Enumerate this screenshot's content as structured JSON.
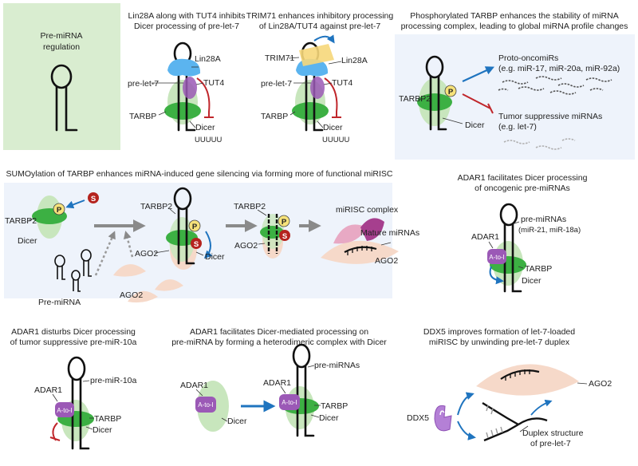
{
  "box_premirna": {
    "line1": "Pre-miRNA",
    "line2": "regulation"
  },
  "panel_lin28": {
    "title1": "Lin28A along with TUT4 inhibits",
    "title2": "Dicer processing of pre-let-7",
    "lin28a": "Lin28A",
    "prelet7": "pre-let-7",
    "tut4": "TUT4",
    "tarbp": "TARBP",
    "dicer": "Dicer",
    "uuuuu": "UUUUU"
  },
  "panel_trim71": {
    "title1": "TRIM71 enhances inhibitory processing",
    "title2": "of Lin28A/TUT4 against pre-let-7",
    "trim71": "TRIM71",
    "lin28a": "Lin28A",
    "prelet7": "pre-let-7",
    "tut4": "TUT4",
    "tarbp": "TARBP",
    "dicer": "Dicer",
    "uuuuu": "UUUUU"
  },
  "panel_phospho": {
    "title1": "Phosphorylated TARBP enhances the stability of miRNA",
    "title2": "processing complex, leading to global miRNA profile changes",
    "tarbp2": "TARBP2",
    "p": "P",
    "dicer": "Dicer",
    "onco1": "Proto-oncomiRs",
    "onco2": "(e.g. miR-17, miR-20a, miR-92a)",
    "tsup1": "Tumor suppressive miRNAs",
    "tsup2": "(e.g. let-7)"
  },
  "panel_sumo": {
    "title": "SUMOylation of TARBP enhances miRNA-induced gene silencing via forming more of functional miRISC",
    "s": "S",
    "p": "P",
    "tarbp2": "TARBP2",
    "dicer": "Dicer",
    "tarbp2_b": "TARBP2",
    "ago2_b": "AGO2",
    "dicer_b": "Dicer",
    "tarbp2_c": "TARBP2",
    "ago2_c": "AGO2",
    "premirna": "Pre-miRNA",
    "ago2_free": "AGO2",
    "miriscc": "miRISC complex",
    "mature": "Mature miRNAs",
    "ago2_d": "AGO2"
  },
  "panel_adar_onco": {
    "title1": "ADAR1 facilitates Dicer processing",
    "title2": "of oncogenic pre-miRNAs",
    "premirnas": "pre-miRNAs",
    "examples": "(miR-21, miR-18a)",
    "adar1": "ADAR1",
    "atoi": "A-to-I",
    "tarbp": "TARBP",
    "dicer": "Dicer"
  },
  "panel_adar_tsup": {
    "title1": "ADAR1 disturbs Dicer processing",
    "title2": "of tumor suppressive pre-miR-10a",
    "premir10a": "pre-miR-10a",
    "adar1": "ADAR1",
    "atoi": "A-to-I",
    "tarbp": "TARBP",
    "dicer": "Dicer"
  },
  "panel_adar_dimer": {
    "title1": "ADAR1 facilitates Dicer-mediated processing on",
    "title2": "pre-miRNA by forming a heterodimeric complex with Dicer",
    "adar1": "ADAR1",
    "atoi": "A-to-I",
    "dicer": "Dicer",
    "adar1_b": "ADAR1",
    "atoi_b": "A-to-I",
    "premirnas": "pre-miRNAs",
    "tarbp": "TARBP",
    "dicer_b": "Dicer"
  },
  "panel_ddx5": {
    "title1": "DDX5 improves formation of let-7-loaded",
    "title2": "miRISC by unwinding pre-let-7 duplex",
    "ago2": "AGO2",
    "ddx5": "DDX5",
    "duplex1": "Duplex structure",
    "duplex2": "of pre-let-7"
  },
  "colors": {
    "green_box": "#d9edd0",
    "blue_box": "#eef3fb",
    "green": "#3cb043",
    "light_green": "#c8e6bd",
    "blue": "#5bb4ef",
    "purple": "#9b59b6",
    "yellow": "#f6d77a",
    "red": "#c0262b",
    "arrow_blue": "#1f74bf",
    "peach": "#f6d9c9",
    "pink": "#e8a9c4",
    "magenta": "#a63f8e",
    "grey": "#999999"
  }
}
